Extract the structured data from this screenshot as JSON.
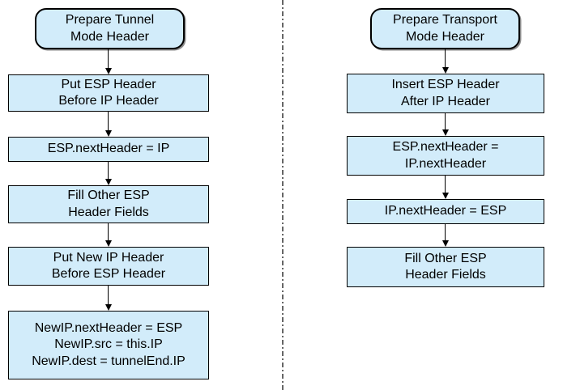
{
  "style": {
    "node_fill": "#d2ecfa",
    "node_border": "#000000",
    "text_color": "#000000",
    "divider_color": "#666666",
    "background": "#ffffff"
  },
  "flows": [
    {
      "nodes": [
        {
          "type": "terminator",
          "label": "Prepare Tunnel\nMode Header"
        },
        {
          "type": "process",
          "label": "Put ESP Header\nBefore IP Header"
        },
        {
          "type": "process",
          "label": "ESP.nextHeader = IP"
        },
        {
          "type": "process",
          "label": "Fill Other ESP\nHeader Fields"
        },
        {
          "type": "process",
          "label": "Put New IP Header\nBefore ESP Header"
        },
        {
          "type": "process",
          "label": "NewIP.nextHeader = ESP\nNewIP.src = this.IP\nNewIP.dest = tunnelEnd.IP"
        }
      ]
    },
    {
      "nodes": [
        {
          "type": "terminator",
          "label": "Prepare Transport\nMode Header"
        },
        {
          "type": "process",
          "label": "Insert ESP Header\nAfter IP Header"
        },
        {
          "type": "process",
          "label": "ESP.nextHeader =\nIP.nextHeader"
        },
        {
          "type": "process",
          "label": "IP.nextHeader = ESP"
        },
        {
          "type": "process",
          "label": "Fill Other ESP\nHeader Fields"
        }
      ]
    }
  ]
}
